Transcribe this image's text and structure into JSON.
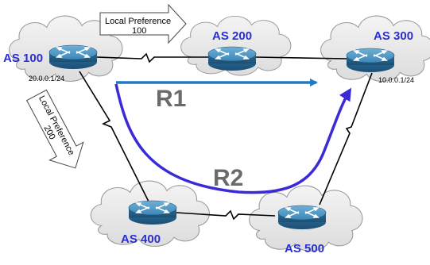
{
  "nodes": {
    "as100": {
      "label": "AS 100",
      "prefix": "20.0.0.1/24"
    },
    "as200": {
      "label": "AS 200"
    },
    "as300": {
      "label": "AS 300",
      "prefix": "10.0.0.1/24"
    },
    "as400": {
      "label": "AS 400"
    },
    "as500": {
      "label": "AS 500"
    }
  },
  "routes": {
    "r1": {
      "label": "R1"
    },
    "r2": {
      "label": "R2"
    }
  },
  "annotations": {
    "top_arrow": {
      "line1": "Local Preference",
      "line2": "100"
    },
    "left_arrow": {
      "line1": "Local Preference",
      "line2": "200"
    }
  },
  "colors": {
    "as_label": "#2a2fd0",
    "r1_path": "#1f7bc4",
    "r2_path": "#3a2bd6",
    "router_body": "#2d78a8",
    "cloud_fill": "#e9e9e9"
  }
}
